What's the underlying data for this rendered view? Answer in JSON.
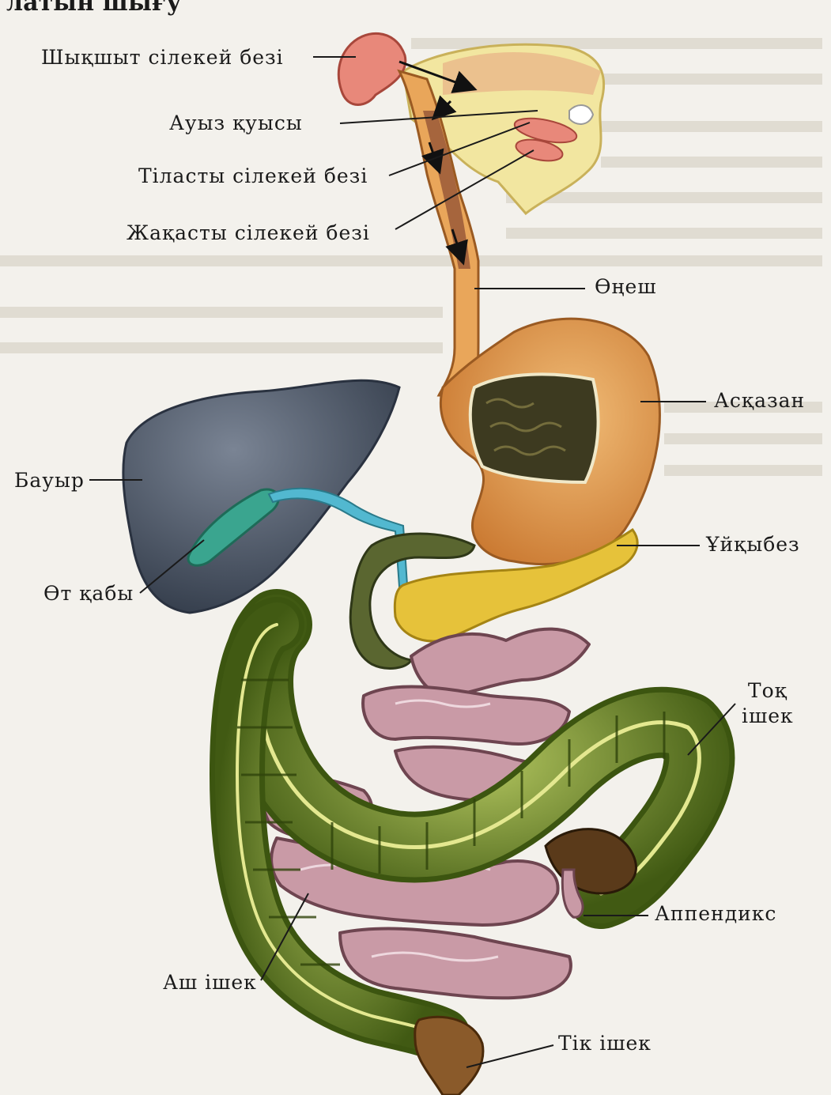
{
  "header_fragment": "латын шығу",
  "labels": {
    "parotid": "Шықшыт сілекей безі",
    "mouth": "Ауыз қуысы",
    "sublingual": "Тіласты сілекей безі",
    "submandibular": "Жақасты сілекей безі",
    "esophagus": "Өңеш",
    "stomach": "Асқазан",
    "liver": "Бауыр",
    "pancreas": "Ұйқыбез",
    "gallbladder": "Өт қабы",
    "colon_line1": "Тоқ",
    "colon_line2": "ішек",
    "appendix": "Аппендикс",
    "small_intestine": "Аш ішек",
    "rectum": "Тік ішек"
  },
  "colors": {
    "gland": "#e8887a",
    "head": "#f2e6a0",
    "esophagus": "#e9a65a",
    "stomach": "#e49a4c",
    "stomach_lining": "#3d3a20",
    "liver": "#4c5868",
    "bile": "#3aa58f",
    "pancreas": "#e6c23a",
    "colon": "#5f7f22",
    "small_intestine": "#c99aa6",
    "rectum": "#8a5a2a"
  }
}
